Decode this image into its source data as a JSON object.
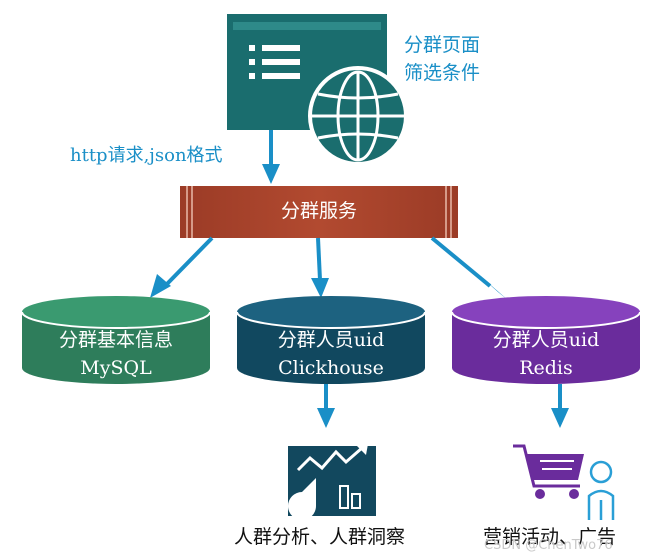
{
  "frontend": {
    "line1": "分群页面",
    "line2": "筛选条件"
  },
  "request_label": "http请求,json格式",
  "service": {
    "label": "分群服务"
  },
  "databases": [
    {
      "line1": "分群基本信息",
      "line2": "MySQL",
      "color": "#2e7d5b"
    },
    {
      "line1": "分群人员uid",
      "line2": "Clickhouse",
      "color": "#11485f"
    },
    {
      "line1": "分群人员uid",
      "line2": "Redis",
      "color": "#6a2c9c"
    }
  ],
  "outputs": [
    {
      "label": "人群分析、人群洞察",
      "icon": "analytics-chart-icon"
    },
    {
      "label": "营销活动、广告",
      "icon": "shopping-cart-person-icon"
    }
  ],
  "watermark": "CSDN @ChenTwo76",
  "colors": {
    "panel": "#1a6d6e",
    "service": "#a8412c",
    "arrow": "#1a8fc7",
    "mysql": "#2e7d5b",
    "clickhouse": "#11485f",
    "redis": "#6a2c9c"
  }
}
